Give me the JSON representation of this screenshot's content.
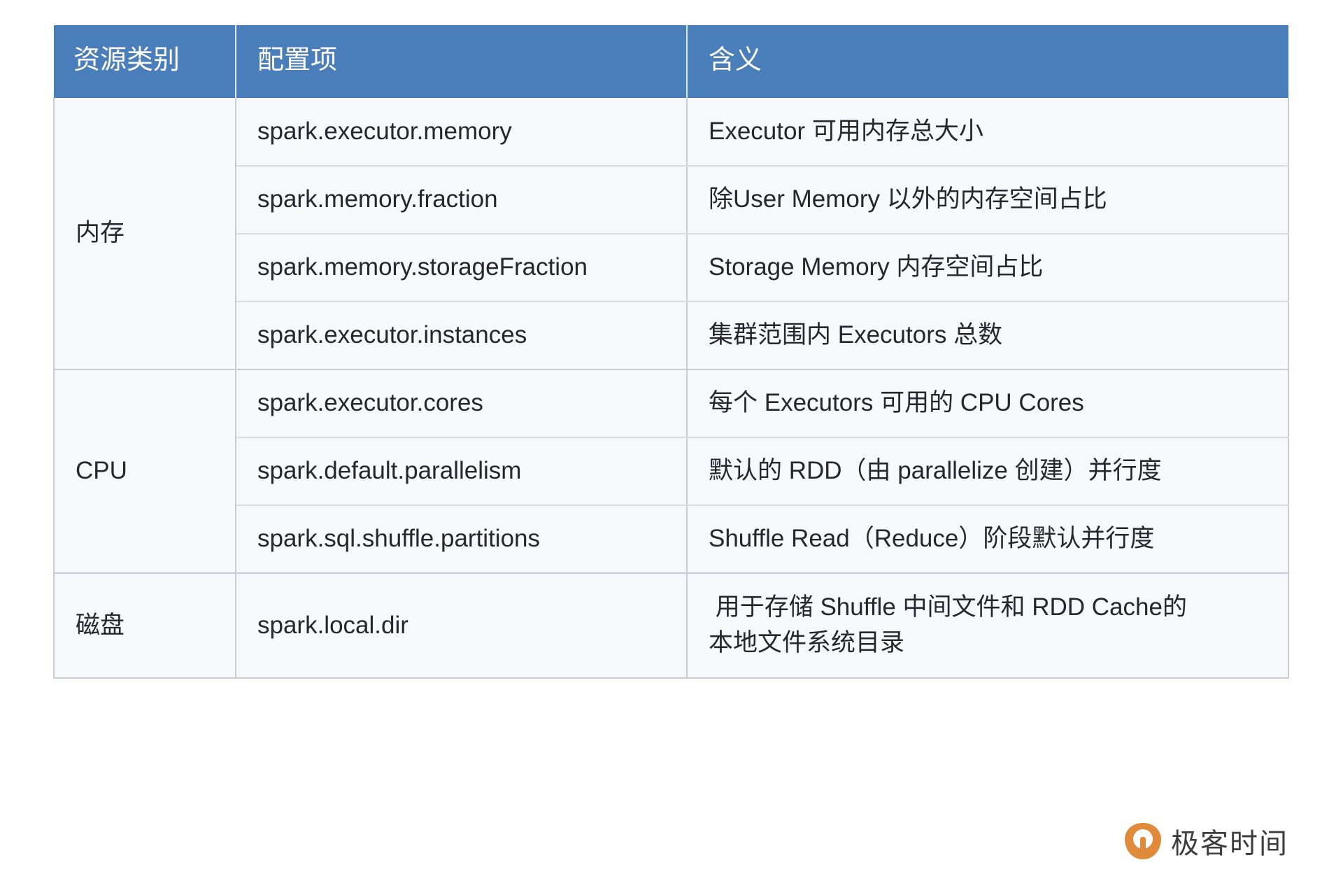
{
  "table": {
    "headers": {
      "resource": "资源类别",
      "config": "配置项",
      "meaning": "含义"
    },
    "groups": [
      {
        "resource": "内存",
        "rows": [
          {
            "config": "spark.executor.memory",
            "meaning": "Executor 可用内存总大小"
          },
          {
            "config": "spark.memory.fraction",
            "meaning": "除User Memory 以外的内存空间占比"
          },
          {
            "config": "spark.memory.storageFraction",
            "meaning": "Storage Memory 内存空间占比"
          },
          {
            "config": "spark.executor.instances",
            "meaning": "集群范围内 Executors 总数"
          }
        ]
      },
      {
        "resource": "CPU",
        "rows": [
          {
            "config": "spark.executor.cores",
            "meaning": "每个 Executors 可用的 CPU Cores"
          },
          {
            "config": "spark.default.parallelism",
            "meaning": "默认的 RDD（由 parallelize  创建）并行度"
          },
          {
            "config": "spark.sql.shuffle.partitions",
            "meaning": "Shuffle Read（Reduce）阶段默认并行度"
          }
        ]
      },
      {
        "resource": "磁盘",
        "rows": [
          {
            "config": "spark.local.dir",
            "meaning_line1": " 用于存储 Shuffle 中间文件和 RDD Cache的",
            "meaning_line2": "本地文件系统目录"
          }
        ]
      }
    ]
  },
  "brand": {
    "name": "极客时间",
    "mark_color": "#e08a3c"
  },
  "colors": {
    "header_bg": "#4a7ebb",
    "header_text": "#ffffff",
    "cell_bg": "#f7f8fc",
    "border": "#c9ccd4",
    "text": "#24282e"
  }
}
